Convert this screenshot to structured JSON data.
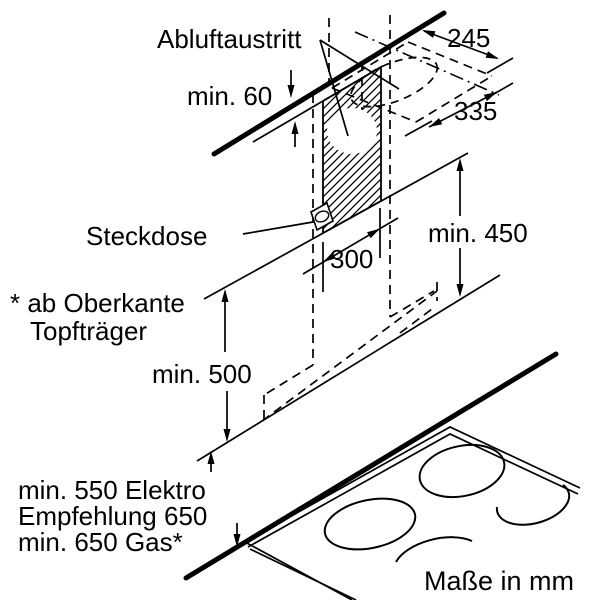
{
  "diagram": {
    "labels": {
      "outlet": "Abluftaustritt",
      "socket": "Steckdose"
    },
    "dimensions": {
      "ceiling_gap": "min. 60",
      "outlet_depth": "245",
      "outlet_width": "335",
      "duct_width": "300",
      "upper_height": "min. 450",
      "lower_height": "min. 500",
      "hob_electric": "min. 550 Elektro",
      "hob_recommendation": "Empfehlung 650",
      "hob_gas": "min. 650 Gas*"
    },
    "footnote": {
      "line1": "* ab Oberkante",
      "line2": "Topfträger"
    },
    "units": "Maße in mm"
  }
}
